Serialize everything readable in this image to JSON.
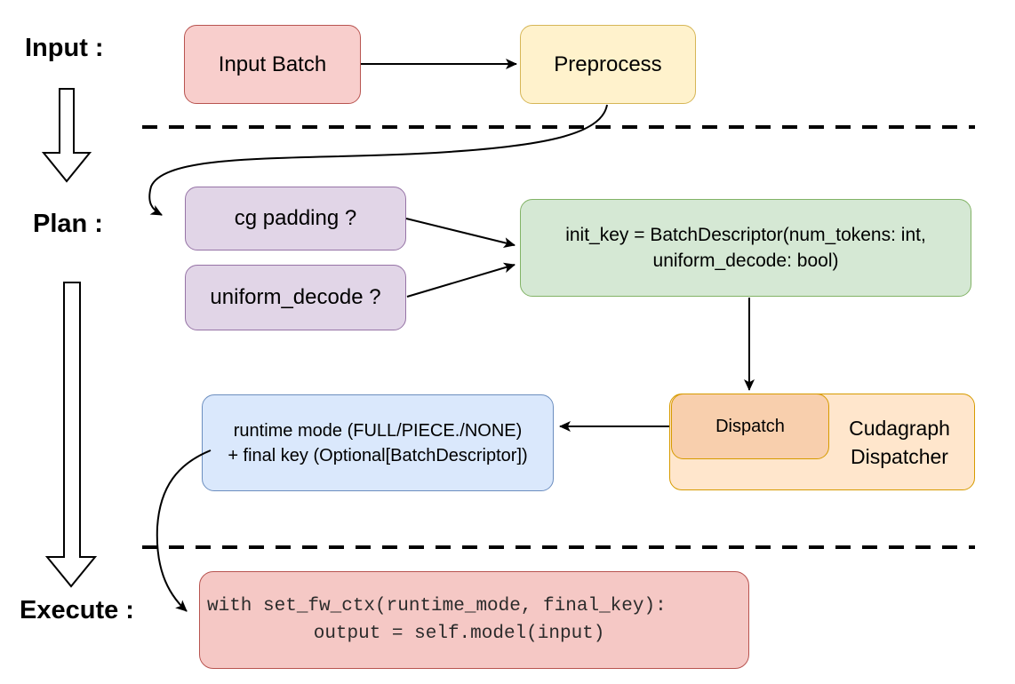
{
  "diagram": {
    "title_hint": "Cudagraph dispatch flow",
    "stage_labels": {
      "input": "Input :",
      "plan": "Plan :",
      "execute": "Execute :"
    },
    "nodes": {
      "input_batch": {
        "label": "Input Batch",
        "fill": "#f8cecc",
        "stroke": "#b85450"
      },
      "preprocess": {
        "label": "Preprocess",
        "fill": "#fff2cc",
        "stroke": "#d6b656"
      },
      "cg_padding": {
        "label": "cg padding ?",
        "fill": "#e1d5e7",
        "stroke": "#9673a6"
      },
      "uniform_decode": {
        "label": "uniform_decode ?",
        "fill": "#e1d5e7",
        "stroke": "#9673a6"
      },
      "init_key": {
        "line1": "init_key = BatchDescriptor(num_tokens: int,",
        "line2": "uniform_decode: bool)",
        "fill": "#d5e8d4",
        "stroke": "#82b366"
      },
      "dispatch": {
        "label": "Dispatch",
        "fill": "#f8cfad",
        "stroke": "#d79b00"
      },
      "cudagraph_dispatcher": {
        "line1": "Cudagraph",
        "line2": "Dispatcher",
        "fill": "#ffe6cc",
        "stroke": "#d79b00"
      },
      "runtime_result": {
        "line1": "runtime mode (FULL/PIECE./NONE)",
        "line2": "+ final key (Optional[BatchDescriptor])",
        "fill": "#dae8fc",
        "stroke": "#6c8ebf"
      },
      "execute_code": {
        "line1": "with set_fw_ctx(runtime_mode, final_key):",
        "line2": "    output = self.model(input)",
        "fill": "#f5c8c5",
        "stroke": "#b85450"
      }
    },
    "connector_color": "#000000"
  }
}
